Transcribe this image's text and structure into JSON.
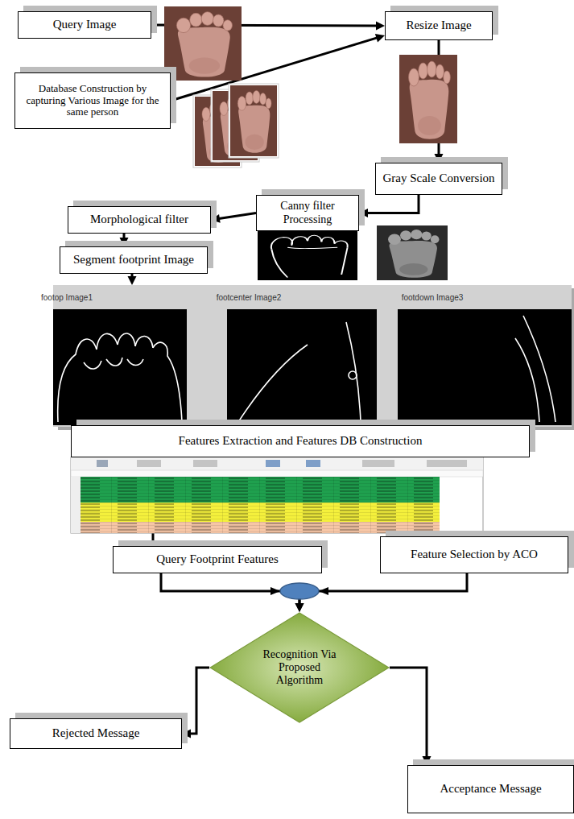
{
  "diagram": {
    "nodes": [
      {
        "text": [
          "Query Image"
        ]
      },
      {
        "text": [
          "Resize Image"
        ]
      },
      {
        "text": [
          "Database Construction by capturing Various Image for the same person"
        ]
      },
      {
        "text": [
          "Gray Scale Conversion"
        ]
      },
      {
        "text": [
          "Canny filter Processing"
        ]
      },
      {
        "text": [
          "Morphological filter"
        ]
      },
      {
        "text": [
          "Segment footprint Image"
        ]
      },
      {
        "text": [
          "footop Image1",
          "footcenter Image2",
          "footdown Image3"
        ]
      },
      {
        "text": [
          "Features Extraction and Features DB Construction"
        ]
      },
      {
        "text": [
          "Query Footprint Features"
        ]
      },
      {
        "text": [
          "Feature Selection by ACO"
        ]
      },
      {
        "text": [
          "Recognition Via Proposed Algorithm"
        ]
      },
      {
        "text": [
          "Rejected Message"
        ]
      },
      {
        "text": [
          "Acceptance Message"
        ]
      }
    ],
    "edges": [
      {
        "from": 0,
        "to": 1,
        "arrow": "to"
      },
      {
        "from": 2,
        "to": 1,
        "arrow": "to"
      },
      {
        "from": 1,
        "to": 3,
        "arrow": "to"
      },
      {
        "from": 3,
        "to": 4,
        "arrow": "to"
      },
      {
        "from": 4,
        "to": 5,
        "arrow": "to"
      },
      {
        "from": 5,
        "to": 6,
        "arrow": "to"
      },
      {
        "from": 6,
        "to": 7,
        "arrow": "to"
      },
      {
        "from": 8,
        "to": 9,
        "arrow": "none"
      },
      {
        "from": 8,
        "to": 10,
        "arrow": "none"
      },
      {
        "from": 9,
        "to": 11,
        "arrow": "to"
      },
      {
        "from": 10,
        "to": 11,
        "arrow": "to"
      },
      {
        "from": 11,
        "to": 12,
        "arrow": "to"
      },
      {
        "from": 11,
        "to": 13,
        "arrow": "to"
      }
    ]
  }
}
